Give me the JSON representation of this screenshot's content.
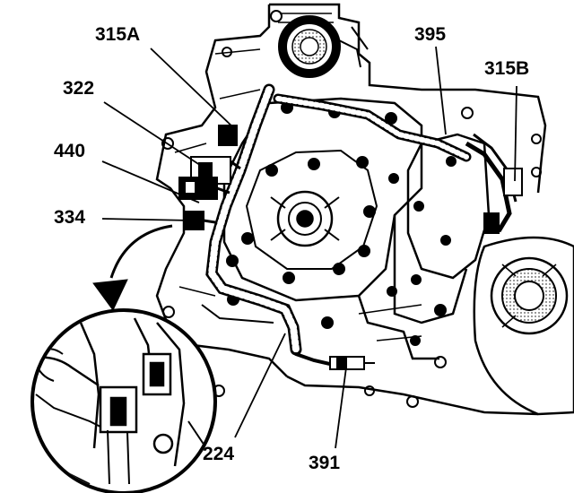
{
  "callouts": {
    "c315a": "315A",
    "c322": "322",
    "c440": "440",
    "c334": "334",
    "c395": "395",
    "c315b": "315B",
    "c224": "224",
    "c391": "391"
  },
  "colors": {
    "ink": "#000000",
    "paper": "#ffffff",
    "shade": "#bdbdbd"
  }
}
